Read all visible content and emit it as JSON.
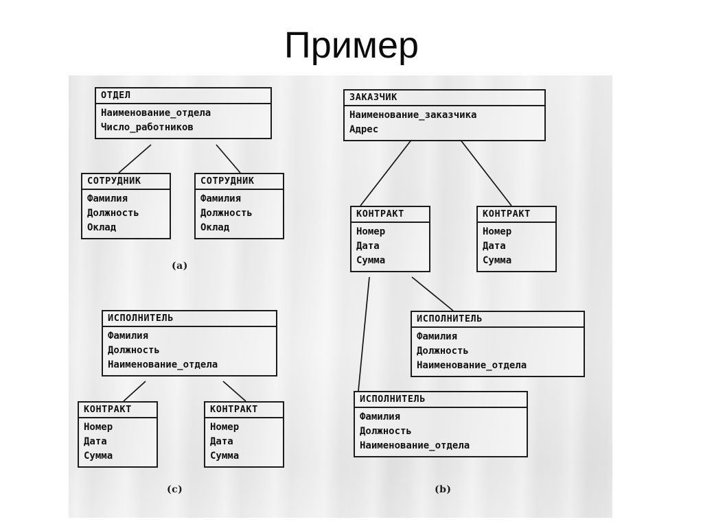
{
  "slide": {
    "title": "Пример"
  },
  "figures": [
    {
      "id": "fig-a",
      "caption": "(a)",
      "entities": [
        {
          "id": "a-otdel",
          "title": "ОТДЕЛ",
          "attributes": [
            "Наименование_отдела",
            "Число_работников"
          ]
        },
        {
          "id": "a-sotrudnik-left",
          "title": "СОТРУДНИК",
          "attributes": [
            "Фамилия",
            "Должность",
            "Оклад"
          ]
        },
        {
          "id": "a-sotrudnik-right",
          "title": "СОТРУДНИК",
          "attributes": [
            "Фамилия",
            "Должность",
            "Оклад"
          ]
        }
      ]
    },
    {
      "id": "fig-b",
      "caption": "(b)",
      "entities": [
        {
          "id": "b-zakazchik",
          "title": "ЗАКАЗЧИК",
          "attributes": [
            "Наименование_заказчика",
            "Адрес"
          ]
        },
        {
          "id": "b-kontrakt-left",
          "title": "КОНТРАКТ",
          "attributes": [
            "Номер",
            "Дата",
            "Сумма"
          ]
        },
        {
          "id": "b-kontrakt-right",
          "title": "КОНТРАКТ",
          "attributes": [
            "Номер",
            "Дата",
            "Сумма"
          ]
        },
        {
          "id": "b-ispolnitel-upper",
          "title": "ИСПОЛНИТЕЛЬ",
          "attributes": [
            "Фамилия",
            "Должность",
            "Наименование_отдела"
          ]
        },
        {
          "id": "b-ispolnitel-lower",
          "title": "ИСПОЛНИТЕЛЬ",
          "attributes": [
            "Фамилия",
            "Должность",
            "Наименование_отдела"
          ]
        }
      ]
    },
    {
      "id": "fig-c",
      "caption": "(c)",
      "entities": [
        {
          "id": "c-ispolnitel",
          "title": "ИСПОЛНИТЕЛЬ",
          "attributes": [
            "Фамилия",
            "Должность",
            "Наименование_отдела"
          ]
        },
        {
          "id": "c-kontrakt-left",
          "title": "КОНТРАКТ",
          "attributes": [
            "Номер",
            "Дата",
            "Сумма"
          ]
        },
        {
          "id": "c-kontrakt-right",
          "title": "КОНТРАКТ",
          "attributes": [
            "Номер",
            "Дата",
            "Сумма"
          ]
        }
      ]
    }
  ],
  "colors": {
    "ink": "#141414",
    "paper": "#efefef",
    "title_text": "#0b0b0b"
  }
}
